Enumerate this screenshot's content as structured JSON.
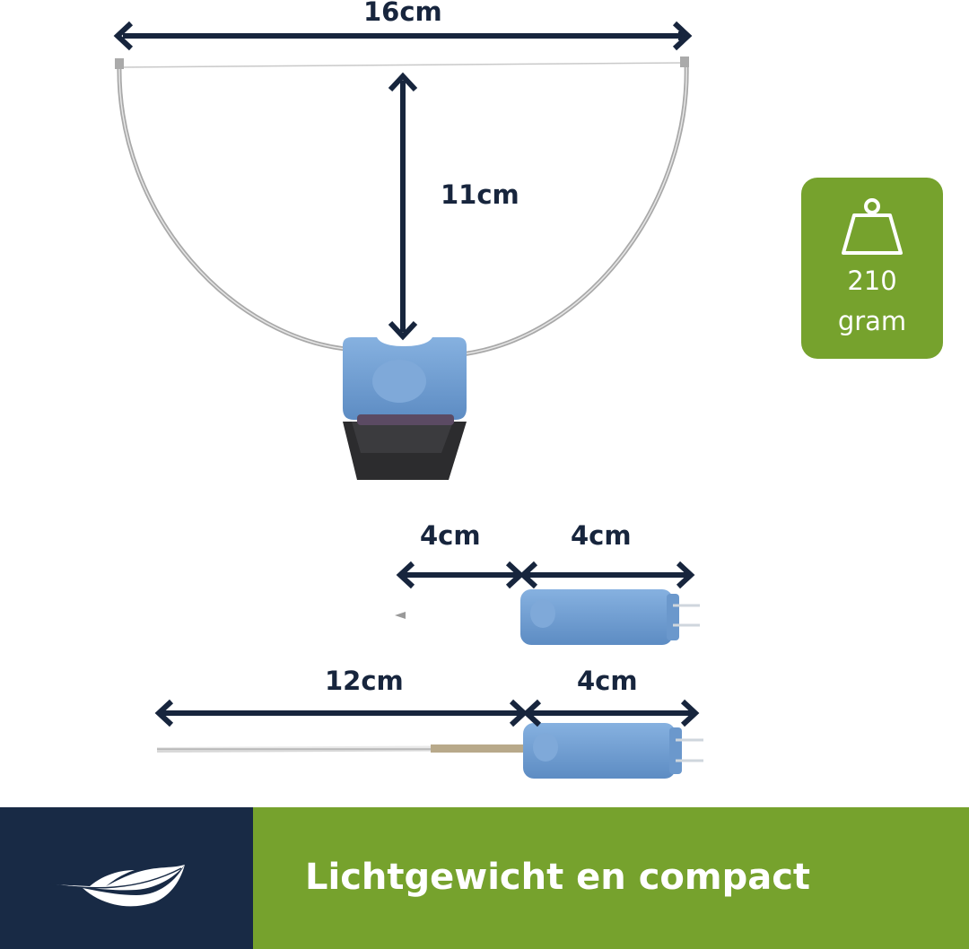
{
  "dimensions": {
    "cutter_width": "16cm",
    "cutter_height": "11cm",
    "pen_tip_length": "4cm",
    "pen_body_length": "4cm",
    "long_tip_length": "12cm",
    "long_body_length": "4cm"
  },
  "weight": {
    "icon": "weight-icon",
    "value": "210",
    "unit": "gram"
  },
  "footer": {
    "icon": "feather-icon",
    "title": "Lichtgewicht en compact"
  },
  "colors": {
    "navy": "#17253d",
    "green": "#76a22d",
    "tool_blue": "#6f9fd6"
  }
}
